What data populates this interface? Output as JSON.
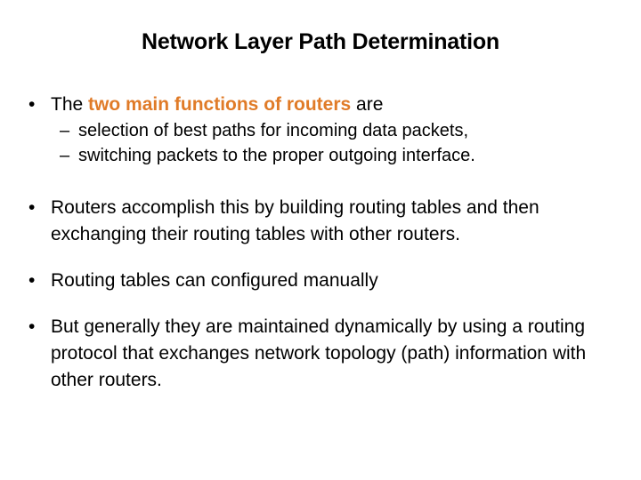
{
  "slide": {
    "title": "Network Layer Path Determination",
    "background_color": "#ffffff",
    "text_color": "#000000",
    "accent_color": "#e07b28",
    "bullet_glyph": "•",
    "sub_bullet_glyph": "–",
    "bullets": [
      {
        "lead_text": "The ",
        "highlight_text": "two main functions of routers",
        "trail_text": " are",
        "sub_items": [
          "selection of best paths for incoming data packets,",
          "switching packets to the proper outgoing interface."
        ]
      },
      {
        "text": "Routers accomplish this by building routing tables and then exchanging their routing tables with other routers."
      },
      {
        "text": "Routing tables can configured manually"
      },
      {
        "text": "But generally they are maintained dynamically by using a routing protocol that exchanges network topology (path) information with other routers."
      }
    ]
  }
}
